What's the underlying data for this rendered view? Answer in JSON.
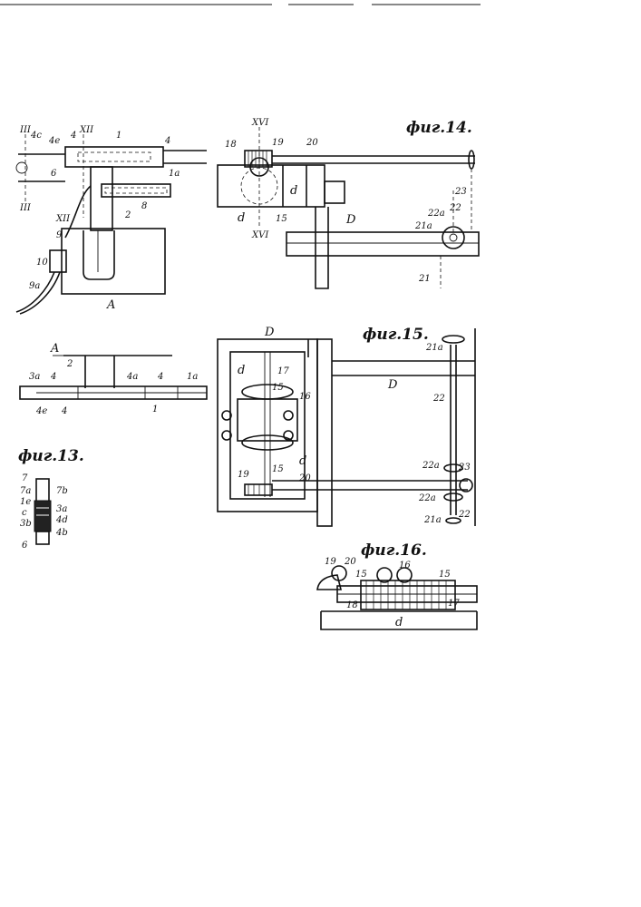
{
  "figures": {
    "fig13": "фиг.13.",
    "fig14": "фиг.14.",
    "fig15": "фиг.15.",
    "fig16": "фиг.16."
  },
  "labels_fig12": {
    "l_III_top": "III",
    "l_XII_top": "XII",
    "l_4c": "4c",
    "l_4e": "4e",
    "l_4_a": "4",
    "l_1": "1",
    "l_4_b": "4",
    "l_1a": "1a",
    "l_6": "6",
    "l_8": "8",
    "l_III_bot": "III",
    "l_XII_bot": "XII",
    "l_2": "2",
    "l_9": "9",
    "l_10": "10",
    "l_9a": "9a",
    "l_A": "A"
  },
  "labels_fig12b": {
    "l_A": "A",
    "l_2": "2",
    "l_3a": "3a",
    "l_4_a": "4",
    "l_4a": "4a",
    "l_4_b": "4",
    "l_1a": "1a",
    "l_4e": "4e",
    "l_4_c": "4",
    "l_1": "1"
  },
  "labels_fig13": {
    "l_7": "7",
    "l_7a": "7a",
    "l_7b": "7b",
    "l_1e": "1e",
    "l_3a": "3a",
    "l_c": "c",
    "l_4d": "4d",
    "l_3b": "3b",
    "l_4b": "4b",
    "l_6": "6"
  },
  "labels_fig14": {
    "l_XVI_top": "XVI",
    "l_18": "18",
    "l_19": "19",
    "l_20": "20",
    "l_d_a": "d",
    "l_d_b": "d",
    "l_15": "15",
    "l_XVI_bot": "XVI",
    "l_D": "D",
    "l_23": "23",
    "l_22a": "22a",
    "l_22": "22",
    "l_21a": "21a",
    "l_21": "21"
  },
  "labels_fig15": {
    "l_D_top": "D",
    "l_d_a": "d",
    "l_17": "17",
    "l_15_a": "15",
    "l_16": "16",
    "l_15_b": "15",
    "l_d_b": "d",
    "l_19": "19",
    "l_20": "20",
    "l_D_right": "D",
    "l_21a_top": "21a",
    "l_22": "22",
    "l_22a_a": "22a",
    "l_23": "23",
    "l_22a_b": "22a",
    "l_21a_bot": "21a",
    "l_22_bot": "22"
  },
  "labels_fig16": {
    "l_19": "19",
    "l_20": "20",
    "l_15_a": "15",
    "l_16": "16",
    "l_15_b": "15",
    "l_18": "18",
    "l_17": "17",
    "l_d": "d"
  }
}
